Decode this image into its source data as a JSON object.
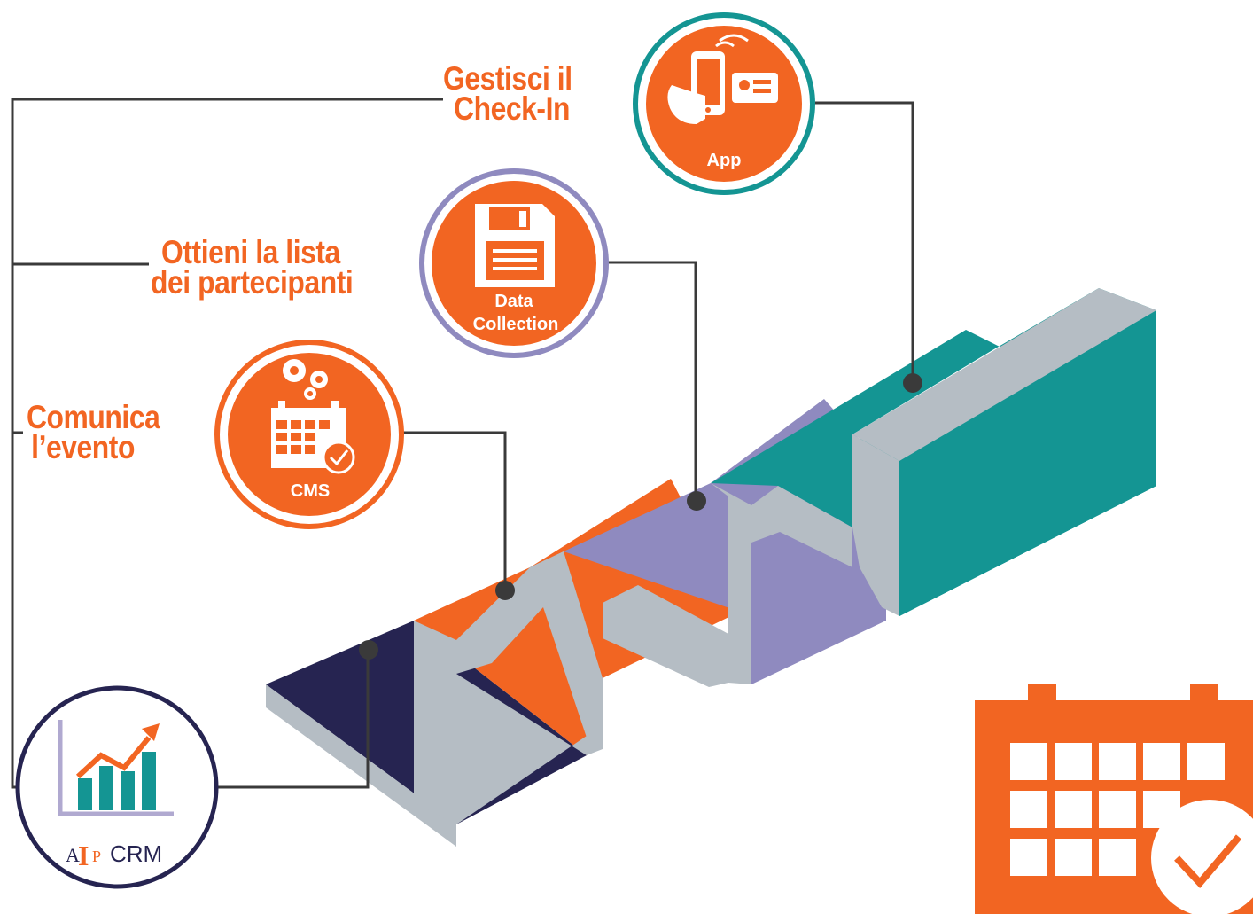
{
  "steps": {
    "checkin": {
      "title_line1": "Gestisci il",
      "title_line2": "Check-In",
      "badge_label": "App"
    },
    "data_collection": {
      "title_line1": "Ottieni la lista",
      "title_line2": "dei partecipanti",
      "badge_line1": "Data",
      "badge_line2": "Collection"
    },
    "cms": {
      "title_line1": "Comunica",
      "title_line2": "l’evento",
      "badge_label": "CMS"
    }
  },
  "crm": {
    "logo_a": "A",
    "logo_i": "I",
    "logo_p": "P",
    "label": "CRM"
  },
  "colors": {
    "orange": "#f26522",
    "navy": "#262451",
    "lavender": "#8f8abf",
    "teal": "#149593",
    "wall_gray": "#b5bdc4",
    "connector": "#3a3a3a",
    "teal_ring": "#149593",
    "lavender_ring": "#8f8abf"
  },
  "icons": {
    "app": "phone-id-card-icon",
    "data_collection": "floppy-disk-icon",
    "cms": "calendar-gears-icon",
    "crm": "growth-chart-icon",
    "corner": "calendar-check-icon"
  }
}
